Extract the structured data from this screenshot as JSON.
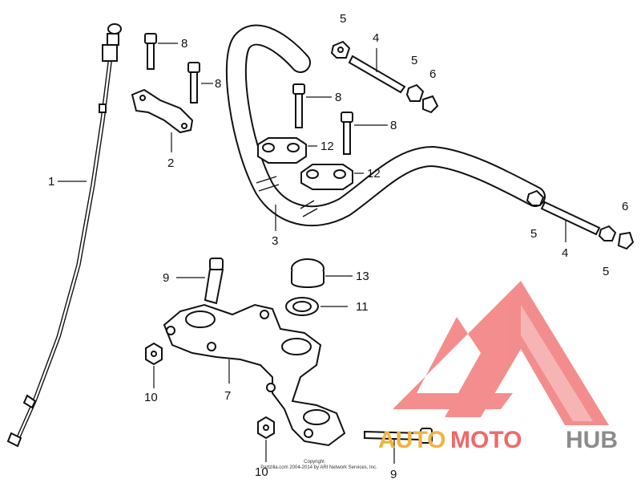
{
  "callouts": {
    "c1": "1",
    "c2": "2",
    "c3": "3",
    "c4a": "4",
    "c4b": "4",
    "c5a": "5",
    "c5b": "5",
    "c5c": "5",
    "c5d": "5",
    "c6a": "6",
    "c6b": "6",
    "c7": "7",
    "c8a": "8",
    "c8b": "8",
    "c8c": "8",
    "c8d": "8",
    "c9a": "9",
    "c9b": "9",
    "c10a": "10",
    "c10b": "10",
    "c11": "11",
    "c12a": "12",
    "c12b": "12",
    "c13": "13"
  },
  "copyright": {
    "line1": "Copyright",
    "line2": "Partzilla.com 2004-2014 by ARI Network Services, Inc."
  },
  "watermark": {
    "auto": "AUTO",
    "moto": "MOTO",
    "hub": "HUB",
    "color_auto": "#f2b33d",
    "color_moto": "#f0686a",
    "color_hub": "#8c8c8c",
    "color_logo": "#f27a7a"
  }
}
